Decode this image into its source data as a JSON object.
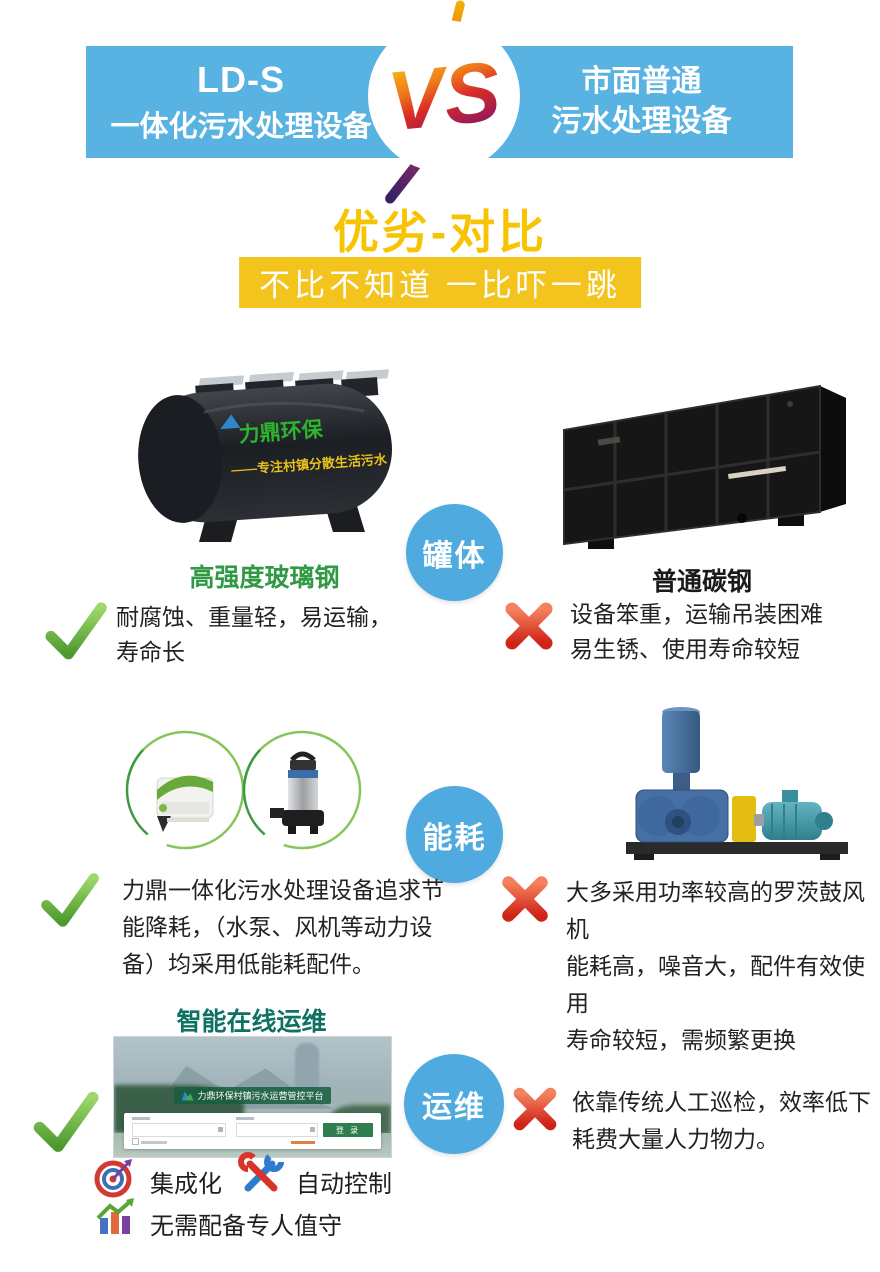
{
  "header": {
    "left_title": "LD-S",
    "left_subtitle": "一体化污水处理设备",
    "vs": "VS",
    "right_line1": "市面普通",
    "right_line2": "污水处理设备",
    "bar_color": "#58b2e2"
  },
  "intro": {
    "title": "优劣-对比",
    "title_color": "#f8c301",
    "banner": "不比不知道  一比吓一跳",
    "banner_bg": "#f3c41e"
  },
  "tank": {
    "badge": "罐体",
    "left_caption": "高强度玻璃钢",
    "left_brand": "力鼎环保",
    "left_slogan": "——专注村镇分散生活污水",
    "pros": [
      "耐腐蚀、重量轻，易运输，",
      "寿命长"
    ],
    "right_caption": "普通碳钢",
    "cons": [
      "设备笨重，运输吊装困难",
      "易生锈、使用寿命较短"
    ]
  },
  "energy": {
    "badge": "能耗",
    "pros": [
      "力鼎一体化污水处理设备追求节",
      "能降耗，（水泵、风机等动力设",
      "备）均采用低能耗配件。"
    ],
    "cons": [
      "大多采用功率较高的罗茨鼓风机",
      "能耗高，噪音大，配件有效使用",
      "寿命较短，需频繁更换"
    ]
  },
  "ops": {
    "badge": "运维",
    "left_title": "智能在线运维",
    "platform_title": "力鼎环保村镇污水运营管控平台",
    "login_button": "登 录",
    "cons": [
      "依靠传统人工巡检，效率低下",
      "耗费大量人力物力。"
    ],
    "features": [
      "集成化",
      "自动控制",
      "无需配备专人值守"
    ]
  },
  "colors": {
    "accent_blue": "#58b2e2",
    "badge_blue": "#4fabdf",
    "yellow": "#f3c41e",
    "check_green": "#5aa532",
    "cross_red": "#d42a1d",
    "caption_green": "#2f9a43",
    "ops_title_green": "#0d7164"
  }
}
